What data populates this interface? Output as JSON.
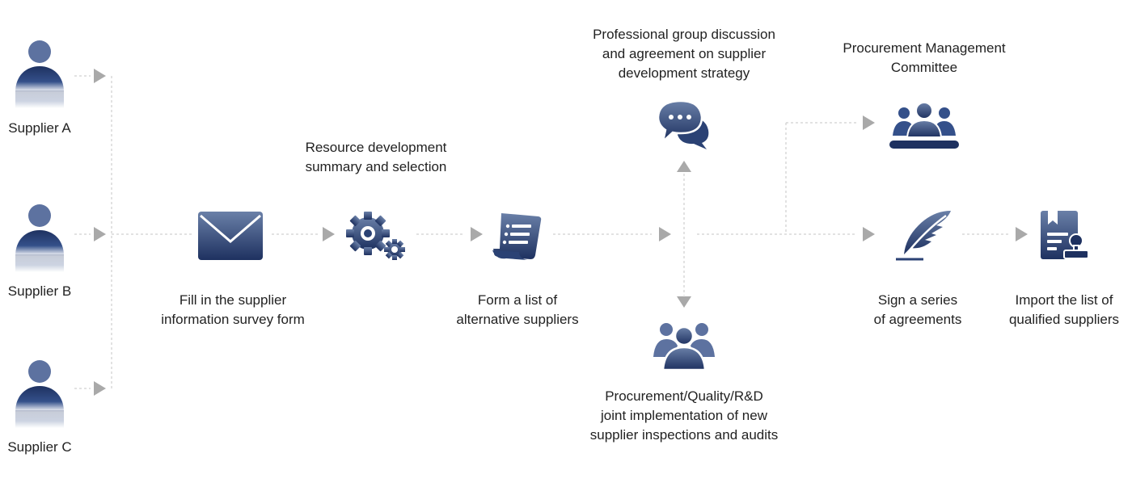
{
  "colors": {
    "icon_dark": "#1e3160",
    "icon_mid": "#3c5a8e",
    "icon_light": "#7f93b6",
    "connector": "#bdbdbd",
    "arrowhead": "#a6a6a6"
  },
  "suppliers": [
    {
      "label": "Supplier A",
      "icon": "person-icon"
    },
    {
      "label": "Supplier B",
      "icon": "person-icon"
    },
    {
      "label": "Supplier C",
      "icon": "person-icon"
    }
  ],
  "steps": {
    "survey_form": {
      "icon": "envelope-icon",
      "lines": [
        "Fill in the supplier",
        "information survey form"
      ]
    },
    "resource_dev": {
      "icon": "gears-icon",
      "lines": [
        "Resource development",
        "summary and selection"
      ]
    },
    "alt_list": {
      "icon": "document-list-icon",
      "lines": [
        "Form a list of",
        "alternative suppliers"
      ]
    },
    "group_discussion": {
      "icon": "chat-bubbles-icon",
      "lines": [
        "Professional group discussion",
        "and agreement on supplier",
        "development strategy"
      ]
    },
    "joint_audit": {
      "icon": "team-icon",
      "lines": [
        "Procurement/Quality/R&D",
        "joint implementation of new",
        "supplier inspections and audits"
      ]
    },
    "committee": {
      "icon": "committee-icon",
      "lines": [
        "Procurement Management",
        "Committee"
      ]
    },
    "agreements": {
      "icon": "quill-icon",
      "lines": [
        "Sign a series",
        "of agreements"
      ]
    },
    "import_list": {
      "icon": "certificate-icon",
      "lines": [
        "Import the list of",
        "qualified suppliers"
      ]
    }
  }
}
